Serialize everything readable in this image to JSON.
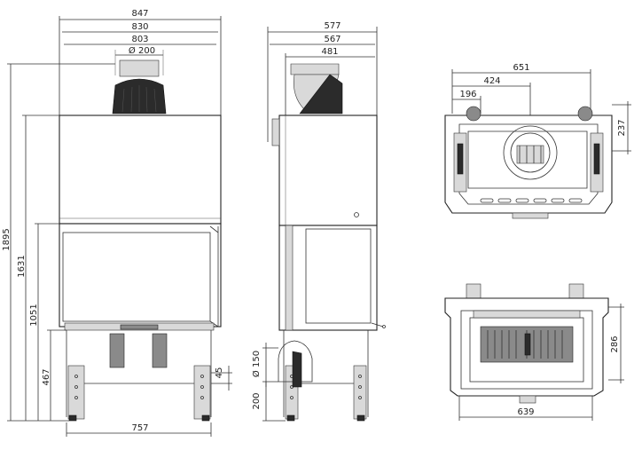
{
  "front_view": {
    "width_outer": "847",
    "width_mid": "830",
    "width_inner": "803",
    "flue_diameter": "Ø 200",
    "height_total": "1895",
    "height_body": "1631",
    "height_base": "1051",
    "height_legs": "467",
    "leg_plate": "45",
    "base_width": "757"
  },
  "side_view": {
    "depth_outer": "577",
    "depth_mid": "567",
    "flue_offset": "481",
    "air_diameter": "Ø 150",
    "air_height": "200"
  },
  "top_view": {
    "width": "651",
    "flue_x": "424",
    "air_x": "196",
    "depth": "237"
  },
  "bottom_view": {
    "width": "639",
    "depth": "286"
  }
}
